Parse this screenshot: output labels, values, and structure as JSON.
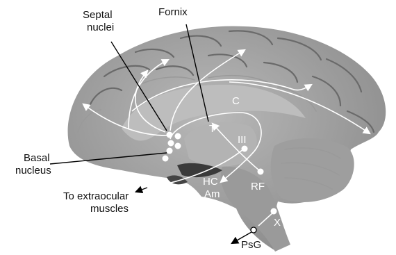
{
  "labels": {
    "septal_nuclei_line1": "Septal",
    "septal_nuclei_line2": "nuclei",
    "fornix": "Fornix",
    "c": "C",
    "t": "T",
    "iii": "III",
    "basal_nucleus_line1": "Basal",
    "basal_nucleus_line2": "nucleus",
    "hc": "HC",
    "am": "Am",
    "rf": "RF",
    "to_extraocular_line1": "To extraocular",
    "to_extraocular_line2": "muscles",
    "x": "X",
    "psg": "PsG"
  },
  "colors": {
    "background": "#ffffff",
    "brain_surface": "#a8a8a8",
    "brain_shadow": "#8a8a8a",
    "pathway": "#ffffff",
    "label_dark": "#111111",
    "label_light": "#ffffff"
  }
}
